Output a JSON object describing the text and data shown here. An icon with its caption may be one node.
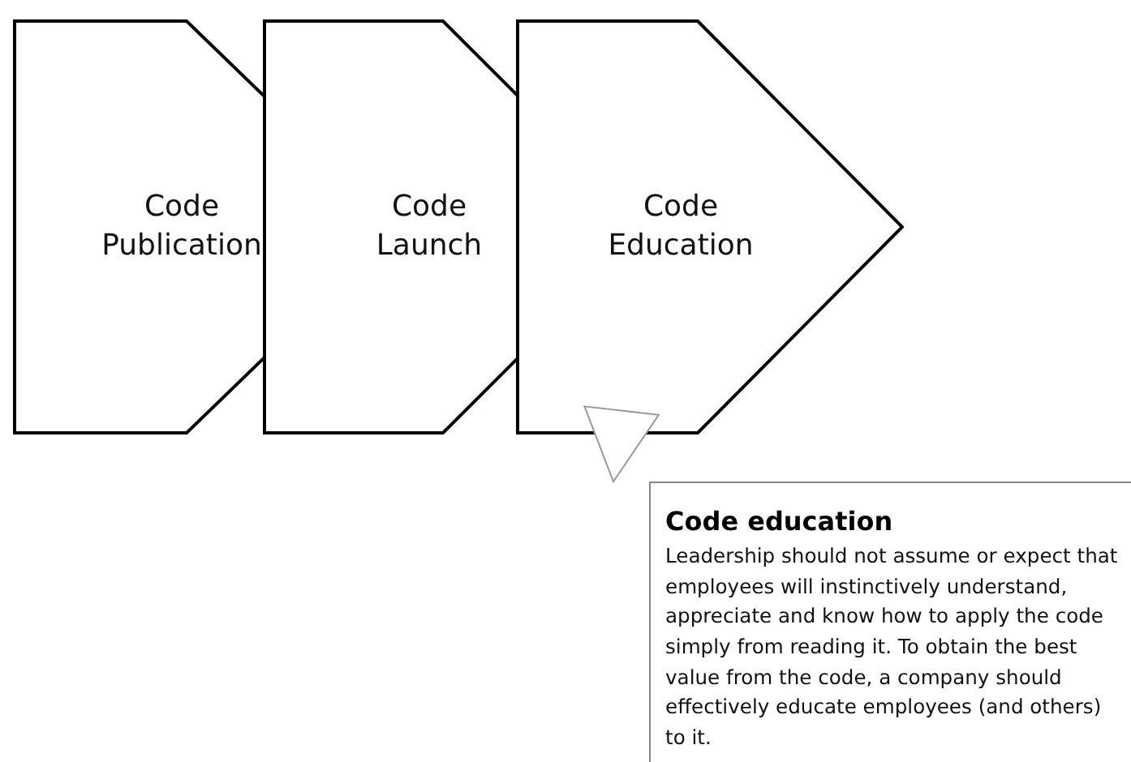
{
  "diagram": {
    "nodes": [
      {
        "text": [
          "Code Publication"
        ]
      },
      {
        "text": [
          "Code Launch"
        ]
      },
      {
        "text": [
          "Code Education"
        ]
      },
      {
        "text": [
          "Code education",
          "Leadership should not assume or expect that employees will instinctively understand, appreciate and know how to apply the code simply from reading it.  To obtain the best value from the code, a company should effectively educate employees (and others) to it."
        ]
      }
    ],
    "edges": [
      {
        "from": 2,
        "to": 3,
        "arrow": "to"
      }
    ]
  }
}
